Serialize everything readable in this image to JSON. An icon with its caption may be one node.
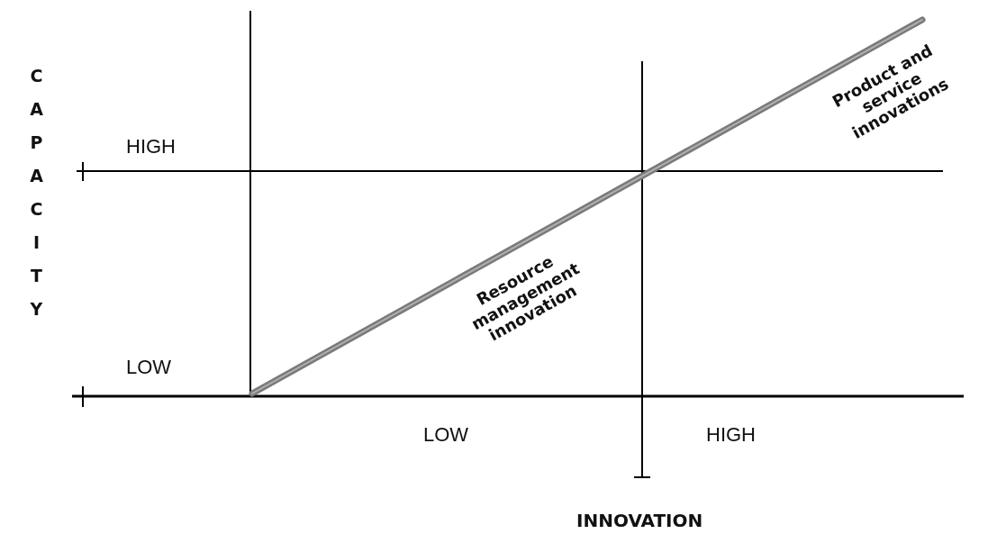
{
  "diagram": {
    "labels": [
      "CAPACITY",
      "HIGH",
      "Product and service innovations",
      "Resource management innovation",
      "LOW",
      "LOW",
      "HIGH",
      "INNOVATION"
    ]
  }
}
